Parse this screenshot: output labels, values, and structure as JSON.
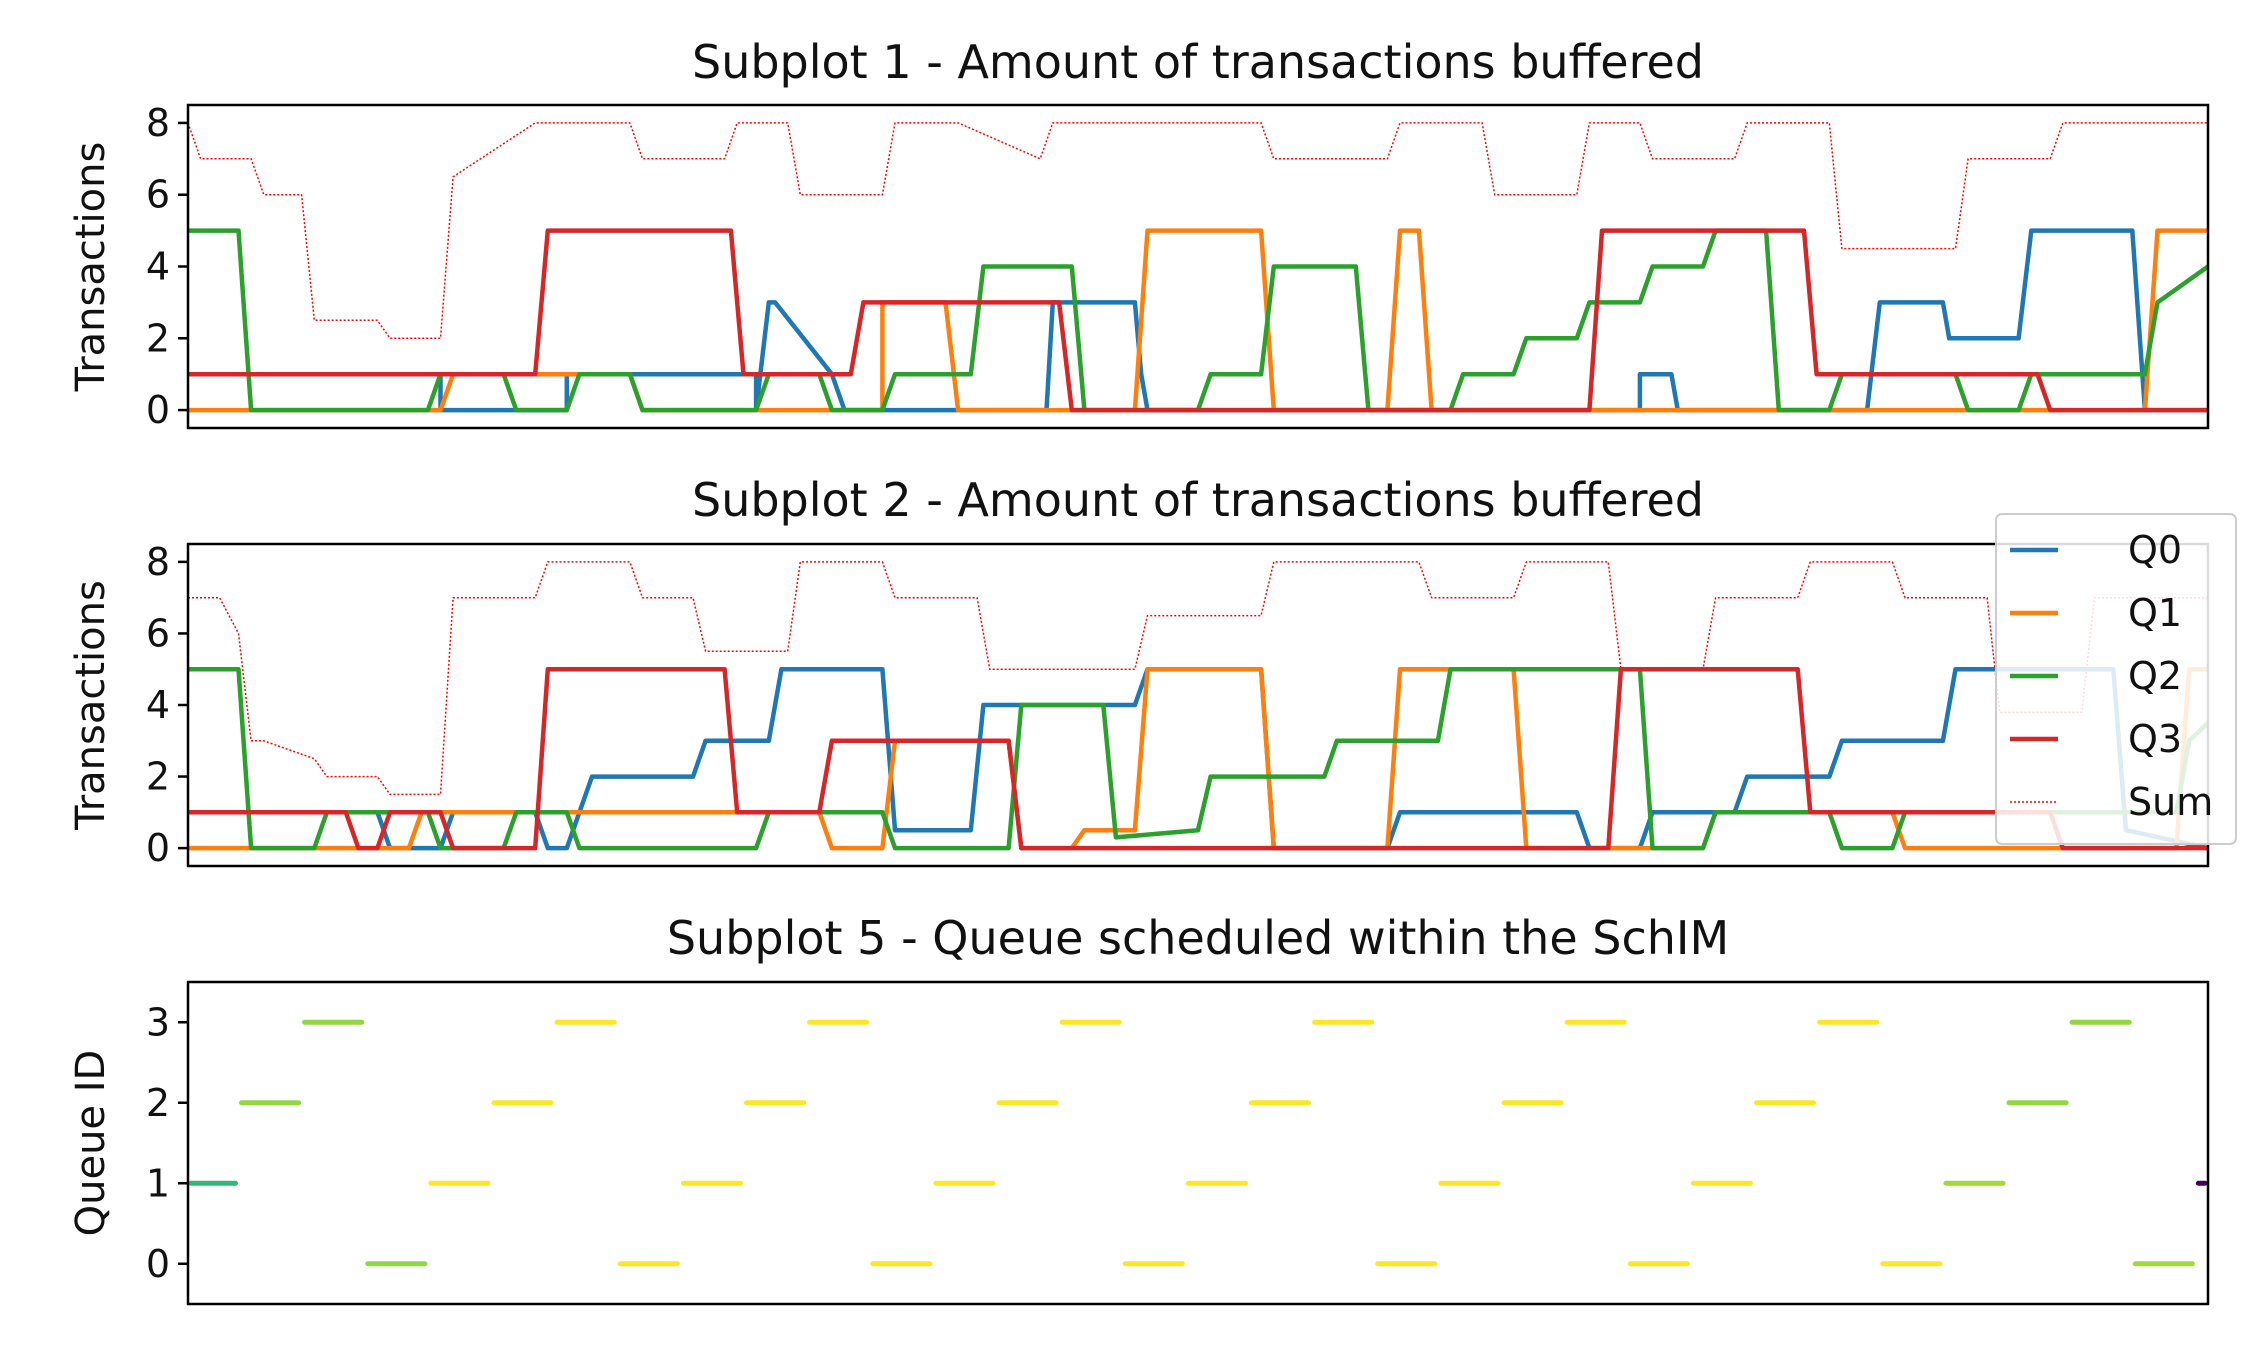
{
  "chart_data": [
    {
      "type": "line",
      "title": "Subplot 1 - Amount of transactions buffered",
      "ylabel": "Transactions",
      "xlabel": "",
      "xlim": [
        0,
        32
      ],
      "ylim": [
        -0.5,
        8.5
      ],
      "yticks": [
        0,
        2,
        4,
        6,
        8
      ],
      "grid": false,
      "series": [
        {
          "name": "Q0",
          "color": "#1f77b4",
          "width": 4.5,
          "style": "solid",
          "x": [
            0,
            4,
            4,
            6,
            6,
            9,
            9,
            9.2,
            9.3,
            10.2,
            10.4,
            11.4,
            11.5,
            13.6,
            13.7,
            15.0,
            15.1,
            15.2,
            17.0,
            17.4,
            21.8,
            23,
            23,
            23.5,
            23.6,
            25.5,
            25.6,
            26.6,
            26.8,
            27.8,
            27.9,
            29.0,
            29.2,
            30.8,
            31.0,
            32.0
          ],
          "y": [
            1,
            1,
            0,
            0,
            1,
            1,
            0,
            3,
            3,
            1,
            0,
            0,
            0,
            0,
            3,
            3,
            1,
            0,
            0,
            0,
            0,
            0,
            1,
            1,
            0,
            0,
            0,
            0,
            3,
            3,
            2,
            2,
            5,
            5,
            0,
            0
          ]
        },
        {
          "name": "Q1",
          "color": "#ff7f0e",
          "width": 4.5,
          "style": "solid",
          "x": [
            0,
            1,
            1.2,
            4,
            4.2,
            7,
            7.2,
            10,
            10.2,
            11,
            11,
            12,
            12.2,
            14,
            14.2,
            15,
            15.2,
            17,
            17.2,
            19,
            19.2,
            19.5,
            19.7,
            28,
            28.2,
            31,
            31.2,
            32
          ],
          "y": [
            0,
            0,
            0,
            0,
            1,
            1,
            0,
            0,
            0,
            0,
            3,
            3,
            0,
            0,
            0,
            0,
            5,
            5,
            0,
            0,
            5,
            5,
            0,
            0,
            0,
            0,
            5,
            5
          ]
        },
        {
          "name": "Q2",
          "color": "#2ca02c",
          "width": 4.5,
          "style": "solid",
          "x": [
            0,
            0.8,
            1,
            1.8,
            2,
            2.8,
            3,
            3.8,
            4,
            5,
            5.2,
            6,
            6.2,
            7,
            7.2,
            8.2,
            8.4,
            9,
            9.2,
            10,
            10.2,
            11,
            11.2,
            12.4,
            12.6,
            14,
            14.2,
            16,
            16.2,
            17,
            17.2,
            18.5,
            18.7,
            20,
            20.2,
            21,
            21.2,
            22,
            22.2,
            23,
            23.2,
            24,
            24.2,
            25,
            25.2,
            26,
            26.2,
            28,
            28.2,
            29,
            29.2,
            31,
            31.2,
            32
          ],
          "y": [
            5,
            5,
            0,
            0,
            0,
            0,
            0,
            0,
            1,
            1,
            0,
            0,
            1,
            1,
            0,
            0,
            0,
            0,
            1,
            1,
            0,
            0,
            1,
            1,
            4,
            4,
            0,
            0,
            1,
            1,
            4,
            4,
            0,
            0,
            1,
            1,
            2,
            2,
            3,
            3,
            4,
            4,
            5,
            5,
            0,
            0,
            1,
            1,
            0,
            0,
            1,
            1,
            3,
            4
          ]
        },
        {
          "name": "Q3",
          "color": "#d62728",
          "width": 4.5,
          "style": "solid",
          "x": [
            0,
            2.5,
            2.8,
            5.5,
            5.7,
            8.6,
            8.8,
            10.5,
            10.7,
            13.8,
            14,
            16,
            16.2,
            22.2,
            22.4,
            25.6,
            25.8,
            29.3,
            29.5,
            32
          ],
          "y": [
            1,
            1,
            1,
            1,
            5,
            5,
            1,
            1,
            3,
            3,
            0,
            0,
            0,
            0,
            5,
            5,
            1,
            1,
            0,
            0
          ]
        },
        {
          "name": "Sum",
          "color": "#ff0000",
          "width": 1.5,
          "style": "dotted",
          "x": [
            0,
            0.2,
            0.3,
            1,
            1.2,
            1.8,
            2,
            3,
            3.2,
            4,
            4.2,
            5.5,
            5.7,
            7,
            7.2,
            8.5,
            8.7,
            9.5,
            9.7,
            11,
            11.2,
            12,
            12.2,
            13.5,
            13.7,
            15,
            15.2,
            17,
            17.2,
            19,
            19.2,
            20.5,
            20.7,
            22,
            22.2,
            23,
            23.2,
            24.5,
            24.7,
            26,
            26.2,
            28,
            28.2,
            29.5,
            29.7,
            32
          ],
          "y": [
            8,
            7,
            7,
            7,
            6,
            6,
            2.5,
            2.5,
            2,
            2,
            6.5,
            8,
            8,
            8,
            7,
            7,
            8,
            8,
            6,
            6,
            8,
            8,
            8,
            7,
            8,
            8,
            8,
            8,
            7,
            7,
            8,
            8,
            6,
            6,
            8,
            8,
            7,
            7,
            8,
            8,
            4.5,
            4.5,
            7,
            7,
            8,
            8
          ]
        }
      ]
    },
    {
      "type": "line",
      "title": "Subplot 2 - Amount of transactions buffered",
      "ylabel": "Transactions",
      "xlabel": "",
      "xlim": [
        0,
        32
      ],
      "ylim": [
        -0.5,
        8.5
      ],
      "yticks": [
        0,
        2,
        4,
        6,
        8
      ],
      "grid": false,
      "legend": {
        "position": "right",
        "entries": [
          "Q0",
          "Q1",
          "Q2",
          "Q3",
          "Sum"
        ]
      },
      "series": [
        {
          "name": "Q0",
          "color": "#1f77b4",
          "width": 4.5,
          "style": "solid",
          "x": [
            0,
            3,
            3.2,
            4,
            4.2,
            5.5,
            5.7,
            6,
            6.4,
            8,
            8.2,
            9.2,
            9.4,
            11,
            11.2,
            12.4,
            12.6,
            15,
            15.2,
            17,
            17.2,
            19,
            19.2,
            22,
            22.2,
            23,
            23.2,
            24.5,
            24.7,
            26,
            26.2,
            27.8,
            28,
            30.5,
            30.7,
            32
          ],
          "y": [
            1,
            1,
            0,
            0,
            1,
            1,
            0,
            0,
            2,
            2,
            3,
            3,
            5,
            5,
            0.5,
            0.5,
            4,
            4,
            5,
            5,
            0,
            0,
            1,
            1,
            0,
            0,
            1,
            1,
            2,
            2,
            3,
            3,
            5,
            5,
            0.5,
            0
          ]
        },
        {
          "name": "Q1",
          "color": "#ff7f0e",
          "width": 4.5,
          "style": "solid",
          "x": [
            0,
            3.5,
            3.7,
            10,
            10.2,
            11,
            11.2,
            13,
            13.2,
            14,
            14.2,
            15,
            15.2,
            17,
            17.2,
            19,
            19.2,
            21,
            21.2,
            24,
            24.2,
            27,
            27.2,
            31.5,
            31.7,
            32
          ],
          "y": [
            0,
            0,
            1,
            1,
            0,
            0,
            3,
            3,
            0,
            0,
            0.5,
            0.5,
            5,
            5,
            0,
            0,
            5,
            5,
            0,
            0,
            1,
            1,
            0,
            0,
            5,
            5
          ]
        },
        {
          "name": "Q2",
          "color": "#2ca02c",
          "width": 4.5,
          "style": "solid",
          "x": [
            0,
            0.8,
            1,
            2,
            2.2,
            3.8,
            4,
            5,
            5.2,
            6,
            6.2,
            9,
            9.2,
            11,
            11.2,
            13,
            13.2,
            14.5,
            14.7,
            16,
            16.2,
            18,
            18.2,
            19.8,
            20,
            23,
            23.2,
            24,
            24.2,
            26,
            26.2,
            27,
            27.2,
            31.5,
            31.7,
            32
          ],
          "y": [
            5,
            5,
            0,
            0,
            1,
            1,
            0,
            0,
            1,
            1,
            0,
            0,
            1,
            1,
            0,
            0,
            4,
            4,
            0.3,
            0.5,
            2,
            2,
            3,
            3,
            5,
            5,
            0,
            0,
            1,
            1,
            0,
            0,
            1,
            1,
            3,
            3.5
          ]
        },
        {
          "name": "Q3",
          "color": "#d62728",
          "width": 4.5,
          "style": "solid",
          "x": [
            0,
            2.5,
            2.7,
            3,
            3.2,
            4,
            4.2,
            5.5,
            5.7,
            8.5,
            8.7,
            10,
            10.2,
            13,
            13.2,
            22.5,
            22.7,
            25.5,
            25.7,
            29.5,
            29.7,
            32
          ],
          "y": [
            1,
            1,
            0,
            0,
            1,
            1,
            0,
            0,
            5,
            5,
            1,
            1,
            3,
            3,
            0,
            0,
            5,
            5,
            1,
            1,
            0,
            0
          ]
        },
        {
          "name": "Sum",
          "color": "#ff0000",
          "width": 1.5,
          "style": "dotted",
          "x": [
            0,
            0.5,
            0.8,
            1,
            1.2,
            2,
            2.2,
            3,
            3.2,
            4,
            4.2,
            5.5,
            5.7,
            7,
            7.2,
            8,
            8.2,
            9.5,
            9.7,
            11,
            11.2,
            12.5,
            12.7,
            15,
            15.2,
            17,
            17.2,
            19.5,
            19.7,
            21,
            21.2,
            22.5,
            22.7,
            24,
            24.2,
            25.5,
            25.7,
            27,
            27.2,
            28.5,
            28.7,
            30,
            30.2,
            32
          ],
          "y": [
            7,
            7,
            6,
            3,
            3,
            2.5,
            2,
            2,
            1.5,
            1.5,
            7,
            7,
            8,
            8,
            7,
            7,
            5.5,
            5.5,
            8,
            8,
            7,
            7,
            5,
            5,
            6.5,
            6.5,
            8,
            8,
            7,
            7,
            8,
            8,
            5,
            5,
            7,
            7,
            8,
            8,
            7,
            7,
            3.8,
            3.8,
            7,
            7
          ]
        }
      ]
    },
    {
      "type": "scatter",
      "title": "Subplot 5 - Queue scheduled within the SchIM",
      "ylabel": "Queue ID",
      "xlabel": "",
      "xlim": [
        0,
        32
      ],
      "ylim": [
        -0.5,
        3.5
      ],
      "yticks": [
        0,
        1,
        2,
        3
      ],
      "grid": false,
      "segments": [
        {
          "queue": 1,
          "x0": 0.0,
          "x1": 0.8,
          "color": "#35b779"
        },
        {
          "queue": 2,
          "x0": 0.8,
          "x1": 1.8,
          "color": "#90d743"
        },
        {
          "queue": 3,
          "x0": 1.8,
          "x1": 2.8,
          "color": "#90d743"
        },
        {
          "queue": 0,
          "x0": 2.8,
          "x1": 3.8,
          "color": "#90d743"
        },
        {
          "queue": 1,
          "x0": 3.8,
          "x1": 4.8,
          "color": "#fde725"
        },
        {
          "queue": 2,
          "x0": 4.8,
          "x1": 5.8,
          "color": "#fde725"
        },
        {
          "queue": 3,
          "x0": 5.8,
          "x1": 6.8,
          "color": "#fde725"
        },
        {
          "queue": 0,
          "x0": 6.8,
          "x1": 7.8,
          "color": "#fde725"
        },
        {
          "queue": 1,
          "x0": 7.8,
          "x1": 8.8,
          "color": "#fde725"
        },
        {
          "queue": 2,
          "x0": 8.8,
          "x1": 9.8,
          "color": "#fde725"
        },
        {
          "queue": 3,
          "x0": 9.8,
          "x1": 10.8,
          "color": "#fde725"
        },
        {
          "queue": 0,
          "x0": 10.8,
          "x1": 11.8,
          "color": "#fde725"
        },
        {
          "queue": 1,
          "x0": 11.8,
          "x1": 12.8,
          "color": "#fde725"
        },
        {
          "queue": 2,
          "x0": 12.8,
          "x1": 13.8,
          "color": "#fde725"
        },
        {
          "queue": 3,
          "x0": 13.8,
          "x1": 14.8,
          "color": "#fde725"
        },
        {
          "queue": 0,
          "x0": 14.8,
          "x1": 15.8,
          "color": "#fde725"
        },
        {
          "queue": 1,
          "x0": 15.8,
          "x1": 16.8,
          "color": "#fde725"
        },
        {
          "queue": 2,
          "x0": 16.8,
          "x1": 17.8,
          "color": "#fde725"
        },
        {
          "queue": 3,
          "x0": 17.8,
          "x1": 18.8,
          "color": "#fde725"
        },
        {
          "queue": 0,
          "x0": 18.8,
          "x1": 19.8,
          "color": "#fde725"
        },
        {
          "queue": 1,
          "x0": 19.8,
          "x1": 20.8,
          "color": "#fde725"
        },
        {
          "queue": 2,
          "x0": 20.8,
          "x1": 21.8,
          "color": "#fde725"
        },
        {
          "queue": 3,
          "x0": 21.8,
          "x1": 22.8,
          "color": "#fde725"
        },
        {
          "queue": 0,
          "x0": 22.8,
          "x1": 23.8,
          "color": "#fde725"
        },
        {
          "queue": 1,
          "x0": 23.8,
          "x1": 24.8,
          "color": "#fde725"
        },
        {
          "queue": 2,
          "x0": 24.8,
          "x1": 25.8,
          "color": "#fde725"
        },
        {
          "queue": 3,
          "x0": 25.8,
          "x1": 26.8,
          "color": "#fde725"
        },
        {
          "queue": 0,
          "x0": 26.8,
          "x1": 27.8,
          "color": "#fde725"
        },
        {
          "queue": 1,
          "x0": 27.8,
          "x1": 28.8,
          "color": "#a0da39"
        },
        {
          "queue": 2,
          "x0": 28.8,
          "x1": 29.8,
          "color": "#90d743"
        },
        {
          "queue": 3,
          "x0": 29.8,
          "x1": 30.8,
          "color": "#90d743"
        },
        {
          "queue": 0,
          "x0": 30.8,
          "x1": 31.8,
          "color": "#a0da39"
        },
        {
          "queue": 1,
          "x0": 31.8,
          "x1": 32.0,
          "color": "#440154"
        }
      ]
    }
  ]
}
